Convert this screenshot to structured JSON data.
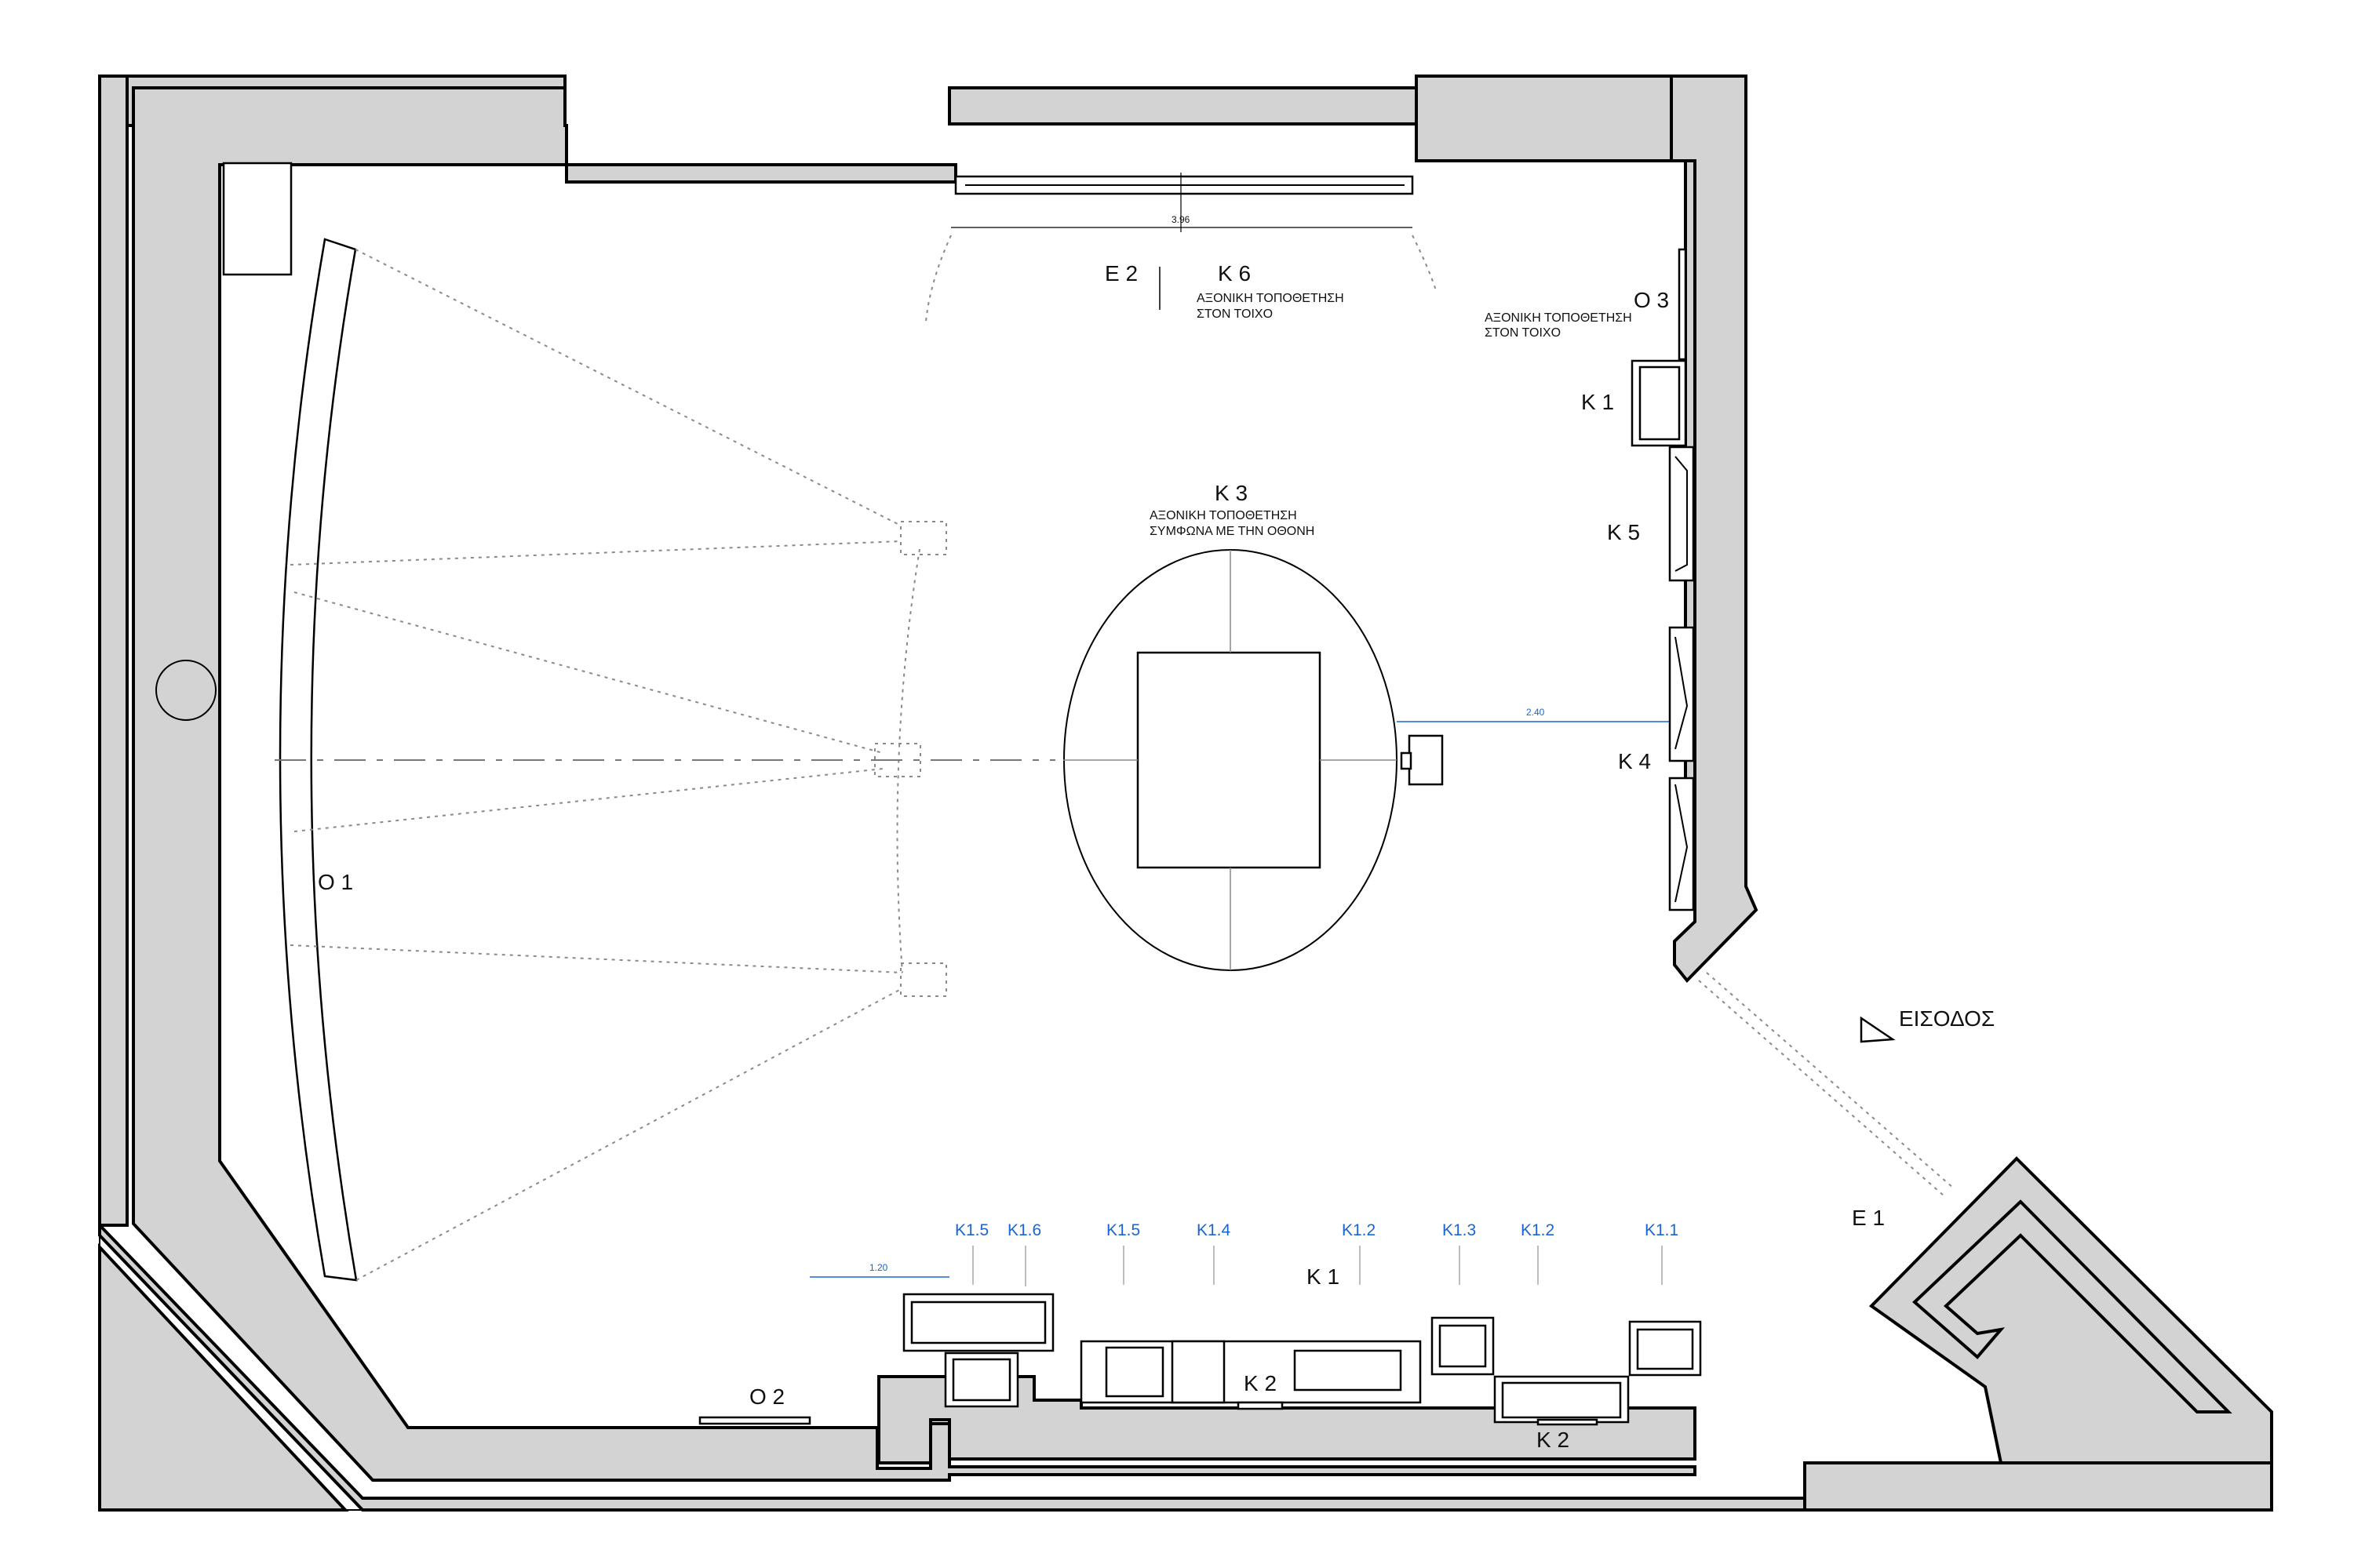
{
  "labels": {
    "o1": "O 1",
    "o2": "O 2",
    "o3": "O 3",
    "e1": "E 1",
    "e2": "E 2",
    "k6": "K 6",
    "k3": "K 3",
    "k1_top": "K 1",
    "k5": "K 5",
    "k4": "K 4",
    "k1_bottom": "K 1",
    "k2_center": "K 2",
    "k2_right": "K 2",
    "entrance": "ΕΙΣΟΔΟΣ"
  },
  "notes": {
    "k6_line1": "ΑΞΟΝΙΚΗ ΤΟΠΟΘΕΤΗΣΗ",
    "k6_line2": "ΣΤΟΝ ΤΟΙΧΟ",
    "o3_line1": "ΑΞΟΝΙΚΗ ΤΟΠΟΘΕΤΗΣΗ",
    "o3_line2": "ΣΤΟΝ ΤΟΙΧΟ",
    "k3_line1": "ΑΞΟΝΙΚΗ ΤΟΠΟΘΕΤΗΣΗ",
    "k3_line2": "ΣΥΜΦΩΝΑ ΜΕ ΤΗΝ ΟΘΟΝΗ"
  },
  "dimensions": {
    "top_wall": "3.96",
    "k3_to_wall": "2.40",
    "k1_spacing": "1.20"
  },
  "k1_items": [
    "K1.5",
    "K1.6",
    "K1.5",
    "K1.4",
    "K1.2",
    "K1.3",
    "K1.2",
    "K1.1"
  ],
  "colors": {
    "wall_fill": "#d3d3d3",
    "annotation_blue": "#1a66d1"
  }
}
